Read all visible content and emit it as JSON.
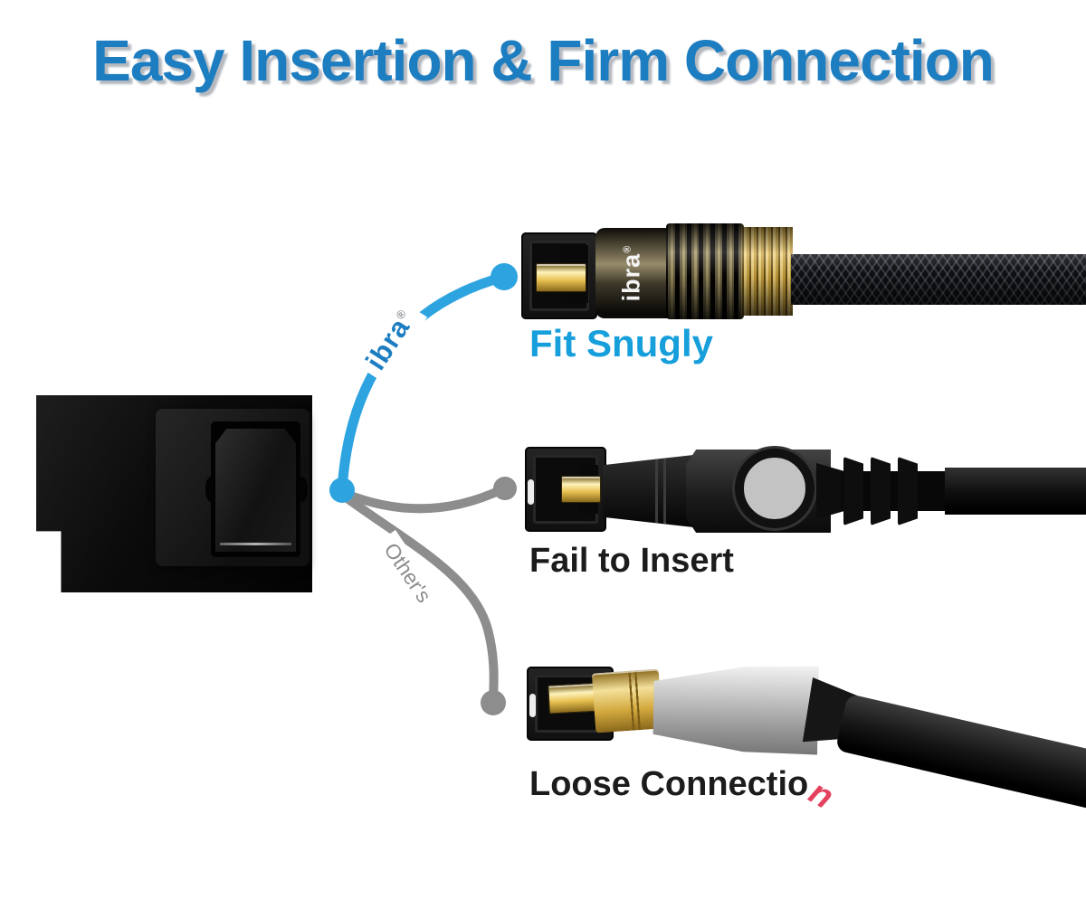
{
  "title": "Easy Insertion & Firm Connection",
  "colors": {
    "title_blue": "#1d7dc1",
    "curve_blue": "#2da4e0",
    "snug_label_blue": "#179fdb",
    "label_dark": "#1c1c1c",
    "branch_gray": "#8d8d8d",
    "loose_red": "#e4415e",
    "gold": "#e7c050"
  },
  "branches": {
    "ibra_brand": "ibra",
    "ibra_reg": "®",
    "others": "Other's"
  },
  "rows": [
    {
      "caption": "Fit Snugly",
      "barrel_brand": "ibra",
      "barrel_reg": "®"
    },
    {
      "caption": "Fail to Insert"
    },
    {
      "caption_main": "Loose Connectio",
      "caption_accent": "n"
    }
  ]
}
